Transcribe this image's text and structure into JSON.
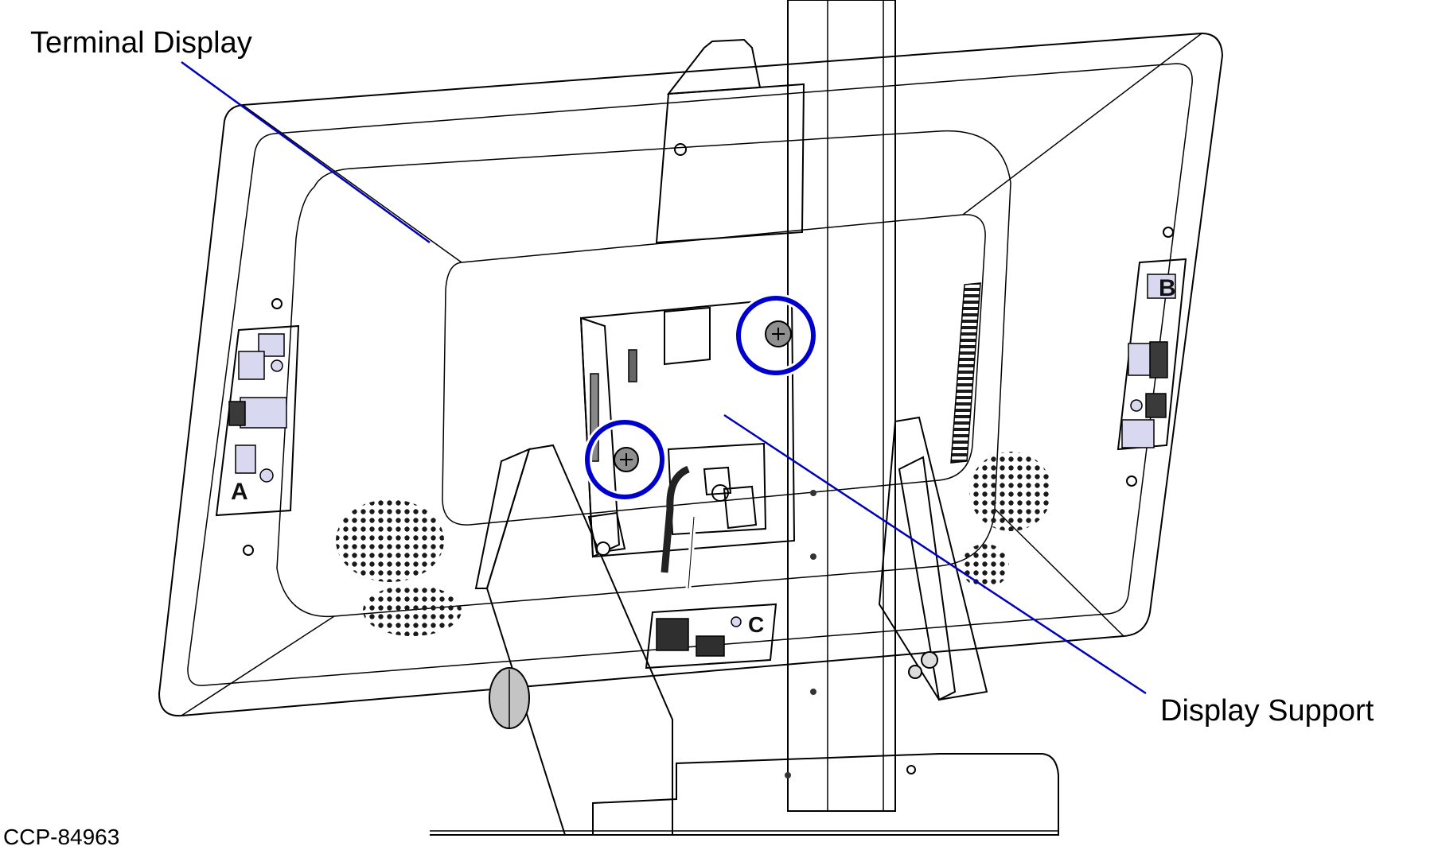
{
  "callouts": {
    "terminal_display": "Terminal Display",
    "display_support": "Display Support"
  },
  "port_letters": {
    "a": "A",
    "b": "B",
    "c": "C"
  },
  "figure_id": "CCP-84963",
  "colors": {
    "leader_line": "#0000bb",
    "highlight_circle": "#0000cc",
    "display_body": "#5e5e5e",
    "display_rim": "#6d6d6d",
    "support_metal": "#c4c4c4",
    "mount_plate": "#9d9d9d"
  },
  "highlights": [
    "screw-top-right",
    "screw-bottom-left"
  ]
}
